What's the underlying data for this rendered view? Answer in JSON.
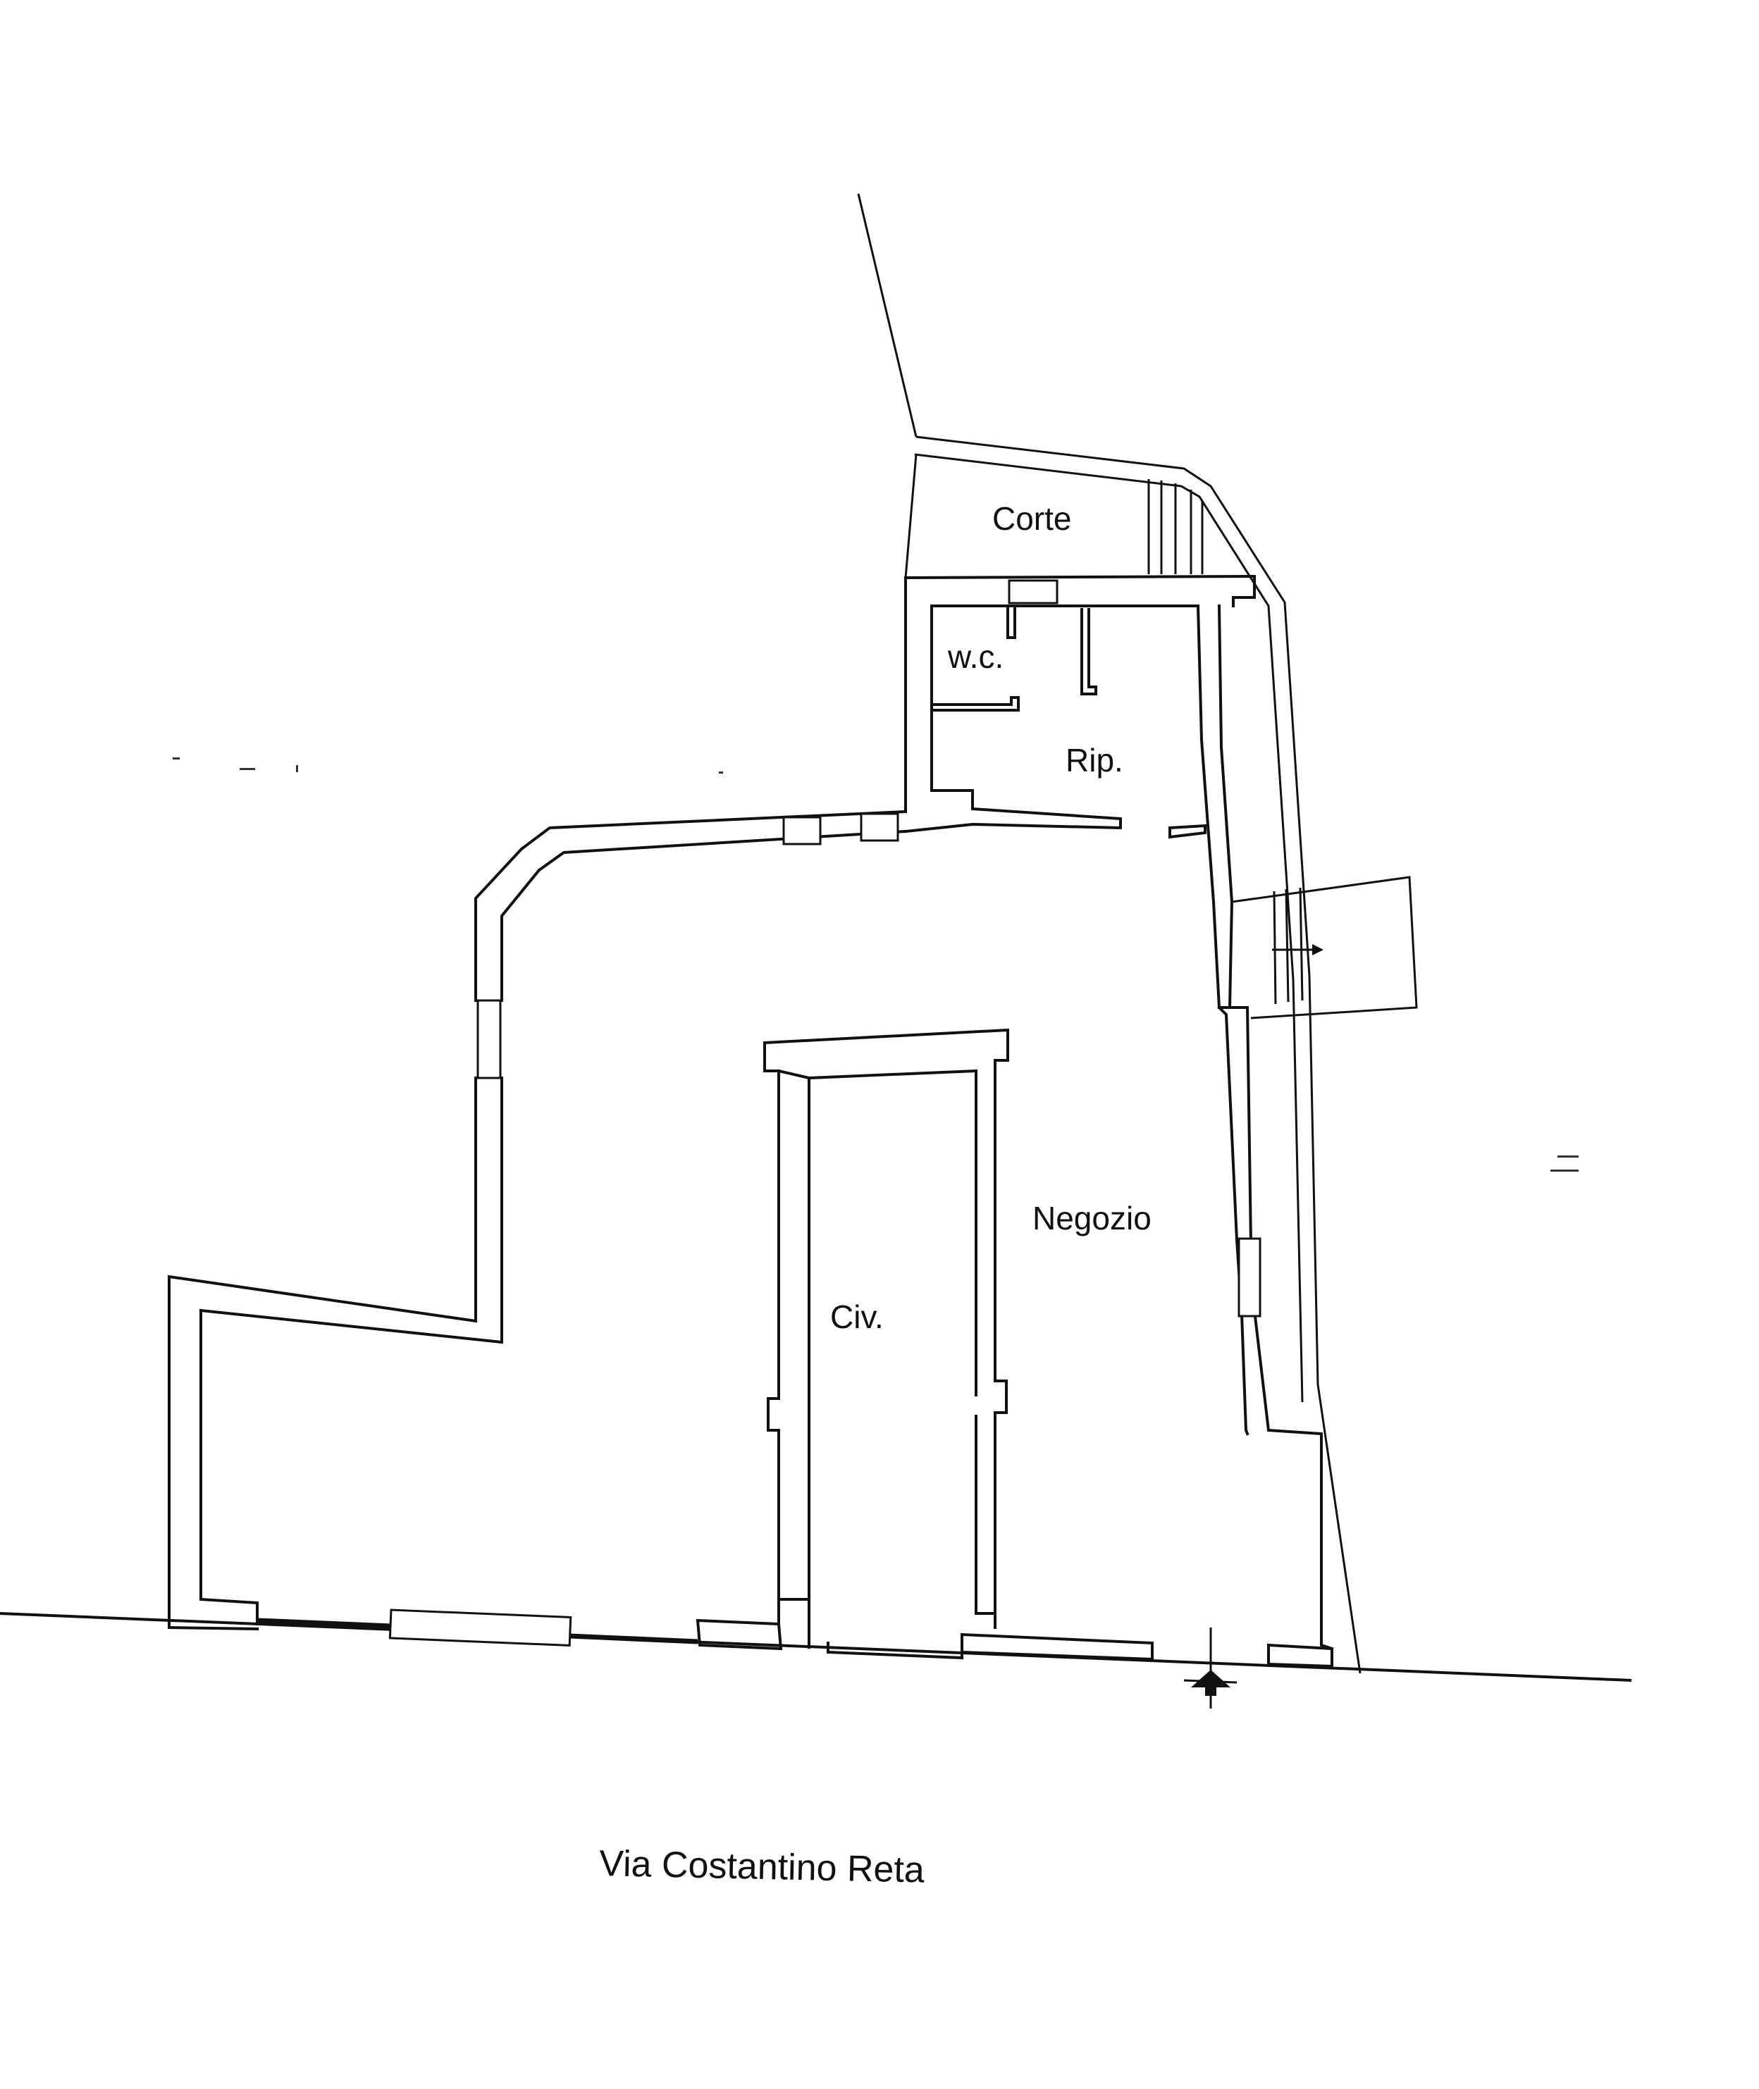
{
  "rooms": {
    "corte": "Corte",
    "wc": "w.c.",
    "rip": "Rip.",
    "negozio": "Negozio",
    "civ": "Civ."
  },
  "street": {
    "name": "Via Costantino Reta"
  },
  "icons": {
    "entrance": "entrance-arrow-icon",
    "stair_direction": "stair-arrow-icon"
  }
}
